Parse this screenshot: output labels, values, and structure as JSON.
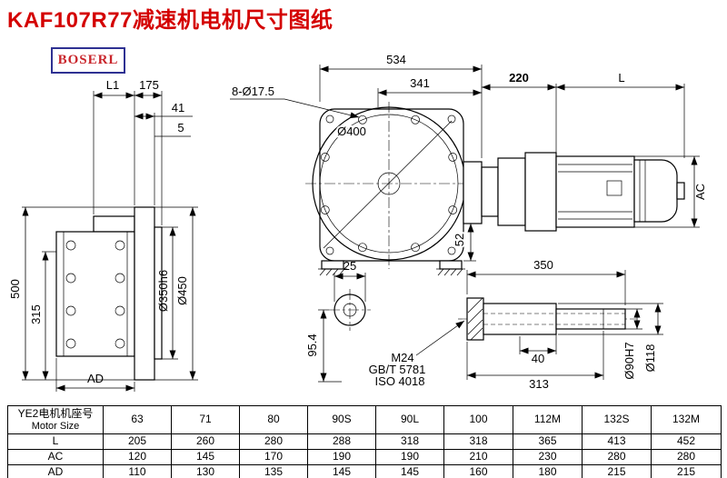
{
  "page": {
    "title": "KAF107R77减速机电机尺寸图纸",
    "logo": "BOSERL"
  },
  "colors": {
    "title_red": "#d40000",
    "logo_text_red": "#c9252b",
    "logo_border_blue": "#2e3192",
    "line_black": "#000000"
  },
  "drawing": {
    "front_view": {
      "d534": "534",
      "d341": "341",
      "bolt_holes": "8-Ø17.5",
      "d400": "Ø400",
      "d52": "52"
    },
    "motor": {
      "d220": "220",
      "dL": "L",
      "dAC": "AC"
    },
    "side_view": {
      "dL1": "L1",
      "d175": "175",
      "d41": "41",
      "d5": "5",
      "d500": "500",
      "d315": "315",
      "d350h6": "Ø350h6",
      "d450": "Ø450",
      "dAD": "AD"
    },
    "shaft_section": {
      "d25": "25",
      "d95_4": "95.4",
      "m24": "M24",
      "gbt": "GB/T 5781",
      "iso": "ISO 4018"
    },
    "shaft_detail": {
      "d350": "350",
      "d40": "40",
      "d313": "313",
      "d90": "Ø90H7",
      "d118": "Ø118"
    }
  },
  "table": {
    "header": {
      "cn": "YE2电机机座号",
      "en": "Motor Size"
    },
    "columns": [
      "63",
      "71",
      "80",
      "90S",
      "90L",
      "100",
      "112M",
      "132S",
      "132M"
    ],
    "rows": [
      {
        "label": "L",
        "values": [
          "205",
          "260",
          "280",
          "288",
          "318",
          "318",
          "365",
          "413",
          "452"
        ]
      },
      {
        "label": "AC",
        "values": [
          "120",
          "145",
          "170",
          "190",
          "190",
          "210",
          "230",
          "280",
          "280"
        ]
      },
      {
        "label": "AD",
        "values": [
          "110",
          "130",
          "135",
          "145",
          "145",
          "160",
          "180",
          "215",
          "215"
        ]
      }
    ]
  }
}
